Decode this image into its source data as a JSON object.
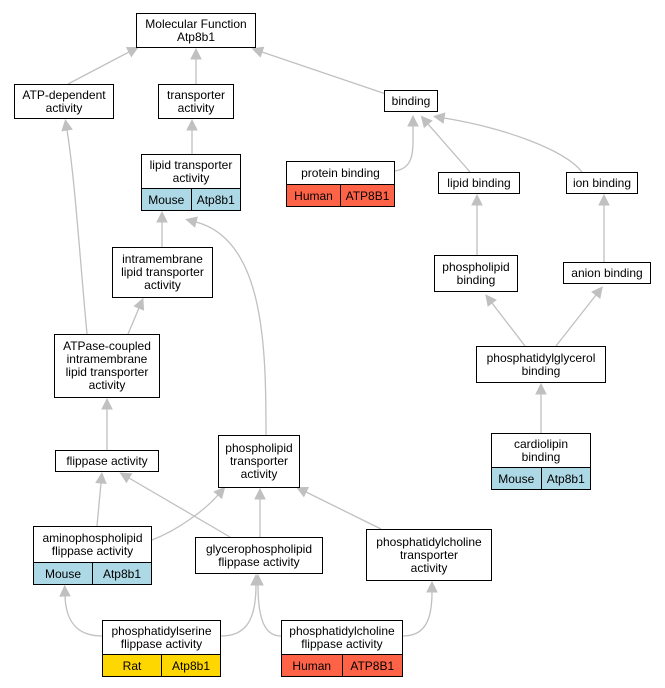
{
  "species_colors": {
    "Mouse": "#add8e6",
    "Human": "#ff6347",
    "Rat": "#ffd700"
  },
  "nodes": [
    {
      "id": "mf",
      "label": "Molecular Function\nAtp8b1",
      "tags": []
    },
    {
      "id": "atpdep",
      "label": "ATP-dependent\nactivity",
      "tags": []
    },
    {
      "id": "transporter",
      "label": "transporter\nactivity",
      "tags": []
    },
    {
      "id": "binding",
      "label": "binding",
      "tags": []
    },
    {
      "id": "lipidtrans",
      "label": "lipid transporter\nactivity",
      "tags": [
        {
          "species": "Mouse",
          "gene": "Atp8b1"
        }
      ]
    },
    {
      "id": "proteinbinding",
      "label": "protein binding",
      "tags": [
        {
          "species": "Human",
          "gene": "ATP8B1"
        }
      ]
    },
    {
      "id": "lipidbinding",
      "label": "lipid binding",
      "tags": []
    },
    {
      "id": "ionbinding",
      "label": "ion binding",
      "tags": []
    },
    {
      "id": "intramem",
      "label": "intramembrane\nlipid transporter\nactivity",
      "tags": []
    },
    {
      "id": "phospholipidbinding",
      "label": "phospholipid\nbinding",
      "tags": []
    },
    {
      "id": "anionbinding",
      "label": "anion binding",
      "tags": []
    },
    {
      "id": "atpasecoupled",
      "label": "ATPase-coupled\nintramembrane\nlipid transporter\nactivity",
      "tags": []
    },
    {
      "id": "pgbinding",
      "label": "phosphatidylglycerol\nbinding",
      "tags": []
    },
    {
      "id": "cardiolipin",
      "label": "cardiolipin\nbinding",
      "tags": [
        {
          "species": "Mouse",
          "gene": "Atp8b1"
        }
      ]
    },
    {
      "id": "flippase",
      "label": "flippase activity",
      "tags": []
    },
    {
      "id": "pltrans",
      "label": "phospholipid\ntransporter\nactivity",
      "tags": []
    },
    {
      "id": "aminopl",
      "label": "aminophospholipid\nflippase activity",
      "tags": [
        {
          "species": "Mouse",
          "gene": "Atp8b1"
        }
      ]
    },
    {
      "id": "glycpl",
      "label": "glycerophospholipid\nflippase activity",
      "tags": []
    },
    {
      "id": "pctrans",
      "label": "phosphatidylcholine\ntransporter\nactivity",
      "tags": []
    },
    {
      "id": "psflip",
      "label": "phosphatidylserine\nflippase activity",
      "tags": [
        {
          "species": "Rat",
          "gene": "Atp8b1"
        }
      ]
    },
    {
      "id": "pcflip",
      "label": "phosphatidylcholine\nflippase activity",
      "tags": [
        {
          "species": "Human",
          "gene": "ATP8B1"
        }
      ]
    }
  ],
  "edges": [
    {
      "from": "atpdep",
      "to": "mf"
    },
    {
      "from": "transporter",
      "to": "mf"
    },
    {
      "from": "binding",
      "to": "mf"
    },
    {
      "from": "lipidtrans",
      "to": "transporter"
    },
    {
      "from": "proteinbinding",
      "to": "binding"
    },
    {
      "from": "lipidbinding",
      "to": "binding"
    },
    {
      "from": "ionbinding",
      "to": "binding"
    },
    {
      "from": "intramem",
      "to": "lipidtrans"
    },
    {
      "from": "pltrans",
      "to": "lipidtrans"
    },
    {
      "from": "phospholipidbinding",
      "to": "lipidbinding"
    },
    {
      "from": "anionbinding",
      "to": "ionbinding"
    },
    {
      "from": "atpasecoupled",
      "to": "intramem"
    },
    {
      "from": "atpasecoupled",
      "to": "atpdep"
    },
    {
      "from": "pgbinding",
      "to": "phospholipidbinding"
    },
    {
      "from": "pgbinding",
      "to": "anionbinding"
    },
    {
      "from": "cardiolipin",
      "to": "pgbinding"
    },
    {
      "from": "flippase",
      "to": "atpasecoupled"
    },
    {
      "from": "aminopl",
      "to": "flippase"
    },
    {
      "from": "aminopl",
      "to": "pltrans"
    },
    {
      "from": "glycpl",
      "to": "flippase"
    },
    {
      "from": "glycpl",
      "to": "pltrans"
    },
    {
      "from": "pctrans",
      "to": "pltrans"
    },
    {
      "from": "psflip",
      "to": "aminopl"
    },
    {
      "from": "psflip",
      "to": "glycpl"
    },
    {
      "from": "pcflip",
      "to": "glycpl"
    },
    {
      "from": "pcflip",
      "to": "pctrans"
    }
  ]
}
